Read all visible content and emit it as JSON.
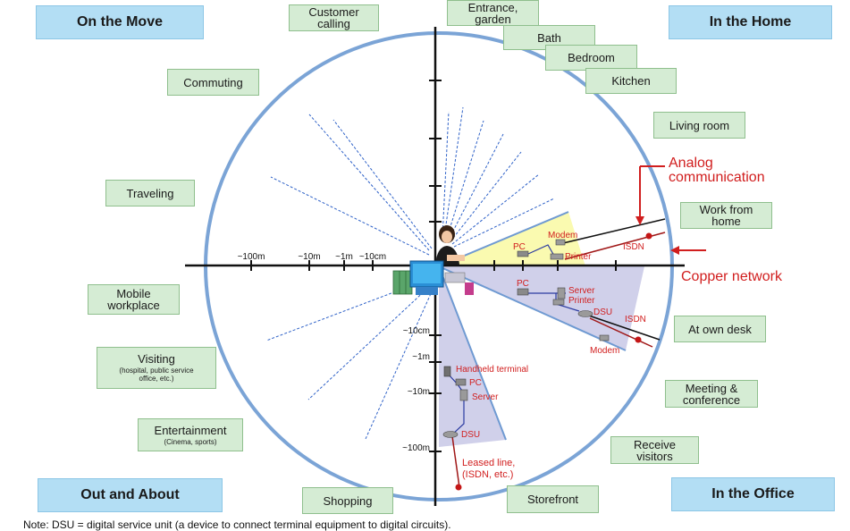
{
  "corners": {
    "on_the_move": "On the Move",
    "in_the_home": "In the Home",
    "out_and_about": "Out and About",
    "in_the_office": "In the Office"
  },
  "contexts": {
    "customer_calling": "Customer\ncalling",
    "entrance_garden": "Entrance,\ngarden",
    "bath": "Bath",
    "bedroom": "Bedroom",
    "kitchen": "Kitchen",
    "living_room": "Living room",
    "commuting": "Commuting",
    "traveling": "Traveling",
    "work_from_home": "Work from\nhome",
    "mobile_workplace": "Mobile\nworkplace",
    "at_own_desk": "At own desk",
    "visiting": "Visiting",
    "visiting_sub": "(hospital, public service\noffice, etc.)",
    "meeting_conference": "Meeting &\nconference",
    "entertainment": "Entertainment",
    "entertainment_sub": "(Cinema, sports)",
    "receive_visitors": "Receive\nvisitors",
    "shopping": "Shopping",
    "storefront": "Storefront"
  },
  "axis": {
    "h_100m": "~100m",
    "h_10m": "~10m",
    "h_1m": "~1m",
    "h_10cm": "~10cm",
    "v_10cm": "~10cm",
    "v_1m": "~1m",
    "v_10m": "~10m",
    "v_100m": "~100m"
  },
  "devices": {
    "home_pc": "PC",
    "home_modem": "Modem",
    "home_printer": "Printer",
    "home_isdn": "ISDN",
    "office_pc": "PC",
    "office_server": "Server",
    "office_printer": "Printer",
    "office_dsu": "DSU",
    "office_isdn": "ISDN",
    "office_modem": "Modem",
    "handheld_terminal": "Handheld terminal",
    "store_pc": "PC",
    "store_server": "Server",
    "store_dsu": "DSU",
    "leased_line": "Leased line,\n(ISDN, etc.)"
  },
  "callouts": {
    "analog_communication": "Analog\ncommunication",
    "copper_network": "Copper network"
  },
  "note": "Note: DSU = digital service unit (a device to connect terminal equipment to digital circuits).",
  "colors": {
    "circle": "#7ba4d6",
    "corner_fill": "#b3def4",
    "context_fill": "#d5ecd4",
    "home_sector": "#fafab0",
    "office_sector": "#d0d0ea",
    "callout_red": "#d11e1e"
  }
}
